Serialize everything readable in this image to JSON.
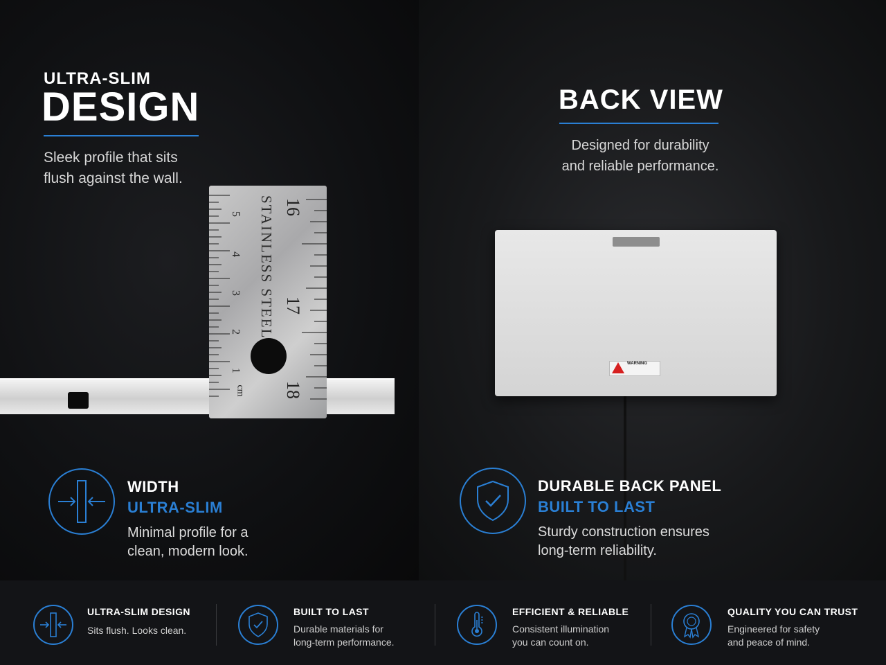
{
  "left": {
    "kicker": "ULTRA-SLIM",
    "headline": "DESIGN",
    "subline_1": "Sleek profile that sits",
    "subline_2": "flush against the wall.",
    "ruler": {
      "brand_text": "STAINLESS STEEL",
      "inch_marks": [
        "16",
        "17",
        "18"
      ],
      "cm_marks": [
        "5",
        "4",
        "3",
        "2",
        "1"
      ],
      "unit": "cm"
    },
    "feature": {
      "icon": "width-arrows-icon",
      "title": "WIDTH",
      "accent": "ULTRA-SLIM",
      "desc_1": "Minimal profile for a",
      "desc_2": "clean, modern look."
    }
  },
  "right": {
    "headline": "BACK VIEW",
    "subline_1": "Designed for durability",
    "subline_2": "and reliable performance.",
    "warning_label": "WARNING",
    "feature": {
      "icon": "shield-check-icon",
      "title": "DURABLE BACK PANEL",
      "accent": "BUILT TO LAST",
      "desc_1": "Sturdy construction ensures",
      "desc_2": "long-term reliability."
    }
  },
  "strip": [
    {
      "icon": "width-arrows-icon",
      "title": "ULTRA-SLIM DESIGN",
      "desc_1": "Sits flush. Looks clean.",
      "desc_2": ""
    },
    {
      "icon": "shield-check-icon",
      "title": "BUILT TO LAST",
      "desc_1": "Durable materials for",
      "desc_2": "long-term performance."
    },
    {
      "icon": "thermometer-icon",
      "title": "EFFICIENT & RELIABLE",
      "desc_1": "Consistent illumination",
      "desc_2": "you can count on."
    },
    {
      "icon": "award-ribbon-icon",
      "title": "QUALITY YOU CAN TRUST",
      "desc_1": "Engineered for safety",
      "desc_2": "and peace of mind."
    }
  ],
  "colors": {
    "accent": "#2a7fd4",
    "background": "#0d0e10",
    "warning": "#d62020"
  }
}
